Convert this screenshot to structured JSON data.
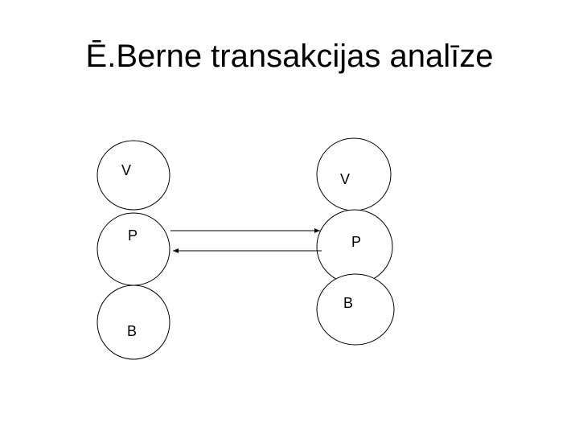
{
  "slide": {
    "title": "Ē.Berne transakcijas analīze"
  },
  "diagram": {
    "left_person": {
      "states": [
        {
          "id": "v",
          "label": "V"
        },
        {
          "id": "p",
          "label": "P"
        },
        {
          "id": "b",
          "label": "B"
        }
      ]
    },
    "right_person": {
      "states": [
        {
          "id": "v",
          "label": "V"
        },
        {
          "id": "p",
          "label": "P"
        },
        {
          "id": "b",
          "label": "B"
        }
      ]
    },
    "transactions": [
      {
        "from": "left.p",
        "to": "right.p",
        "direction": "left-to-right"
      },
      {
        "from": "right.p",
        "to": "left.p",
        "direction": "right-to-left"
      }
    ],
    "colors": {
      "stroke": "#000000",
      "fill": "#ffffff"
    }
  }
}
